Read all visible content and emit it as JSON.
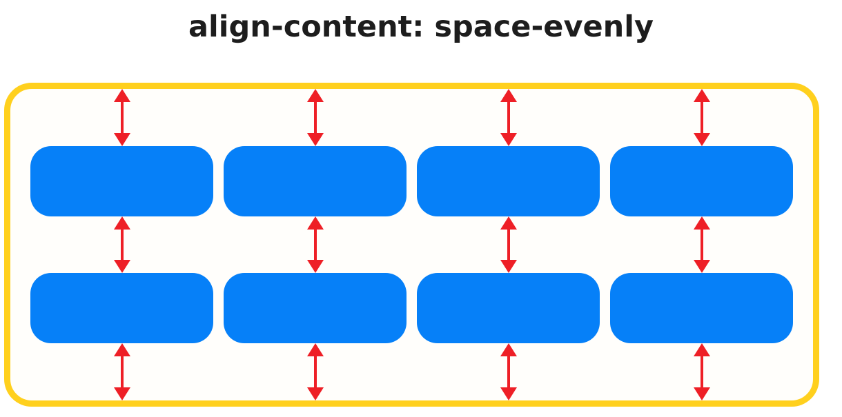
{
  "title": "align-content: space-evenly",
  "colors": {
    "bg": "#ffffff",
    "surface": "#fffefb",
    "yellow": "#ffd01e",
    "blue": "#0680f8",
    "red": "#ee1f26",
    "ink": "#1d1d1d"
  },
  "diagram": {
    "rows": 2,
    "items_per_row": 4,
    "gap_zones": 3,
    "arrows_per_gap": 4
  }
}
